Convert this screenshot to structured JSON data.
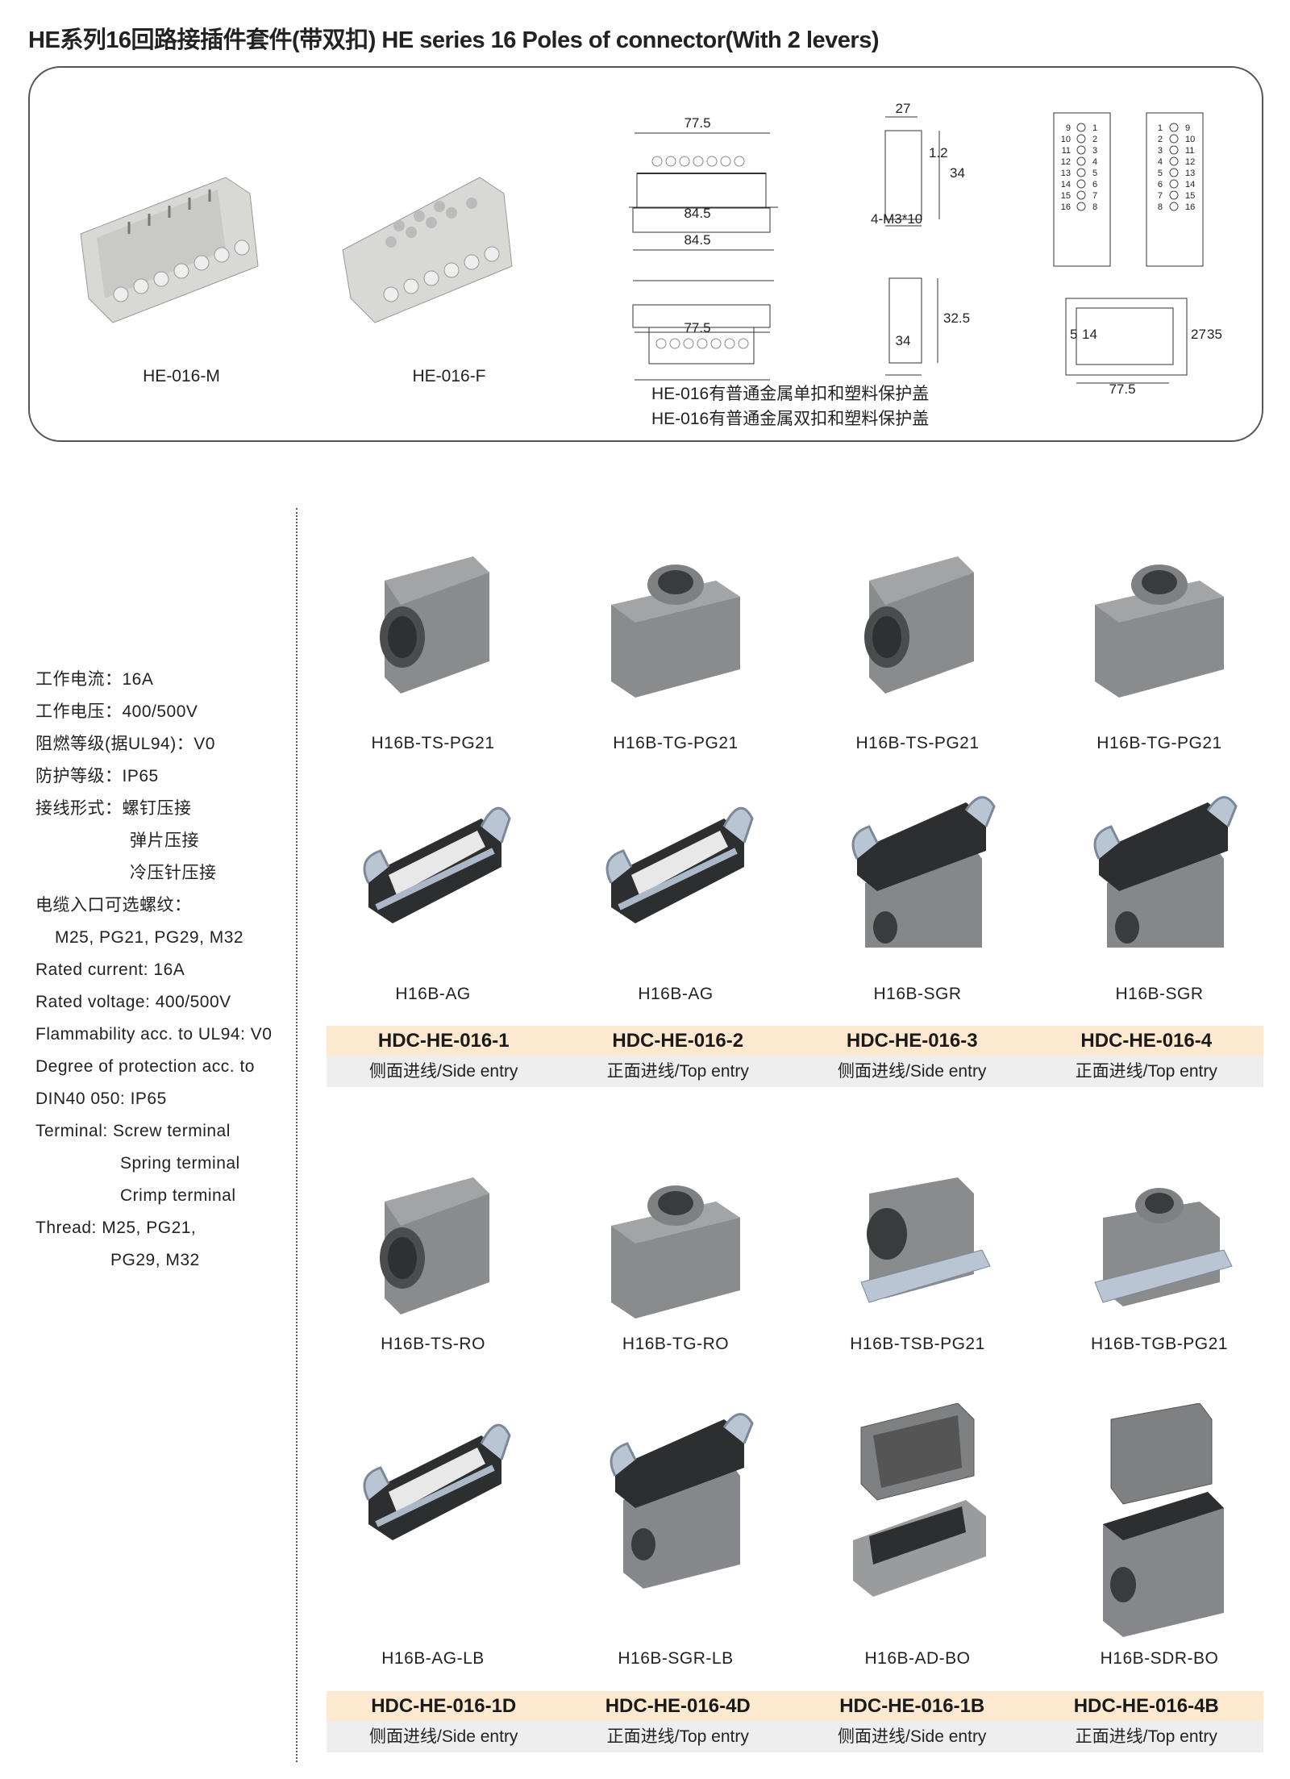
{
  "title": "HE系列16回路接插件套件(带双扣) HE series 16 Poles of connector(With 2 levers)",
  "inserts": [
    {
      "label": "HE-016-M"
    },
    {
      "label": "HE-016-F"
    }
  ],
  "dimensions": {
    "top_a": "77.5",
    "top_b": "84.5",
    "bot_a": "84.5",
    "bot_b": "77.5",
    "side_w": "27",
    "side_h": "34",
    "side_gap": "1.2",
    "screw": "4-M3*10",
    "side2_h": "32.5",
    "side2_w": "34",
    "cut_w": "77.5",
    "cut_h1": "27",
    "cut_h2": "35",
    "cut_s1": "5",
    "cut_s2": "14"
  },
  "pin_left": [
    "9",
    "10",
    "11",
    "12",
    "13",
    "14",
    "15",
    "16",
    "1",
    "2",
    "3",
    "4",
    "5",
    "6",
    "7",
    "8"
  ],
  "pin_right": [
    "1",
    "2",
    "3",
    "4",
    "5",
    "6",
    "7",
    "8",
    "9",
    "10",
    "11",
    "12",
    "13",
    "14",
    "15",
    "16"
  ],
  "notes": [
    "HE-016有普通金属单扣和塑料保护盖",
    "HE-016有普通金属双扣和塑料保护盖"
  ],
  "specs": [
    "工作电流：16A",
    "工作电压：400/500V",
    "阻燃等级(据UL94)：V0",
    "防护等级：IP65",
    "接线形式：螺钉压接",
    "弹片压接",
    "冷压针压接",
    "电缆入口可选螺纹：",
    "M25, PG21, PG29, M32",
    "Rated current: 16A",
    "Rated voltage: 400/500V",
    "Flammability acc. to UL94: V0",
    "Degree of protection acc. to",
    "DIN40 050: IP65",
    "Terminal: Screw terminal",
    "Spring terminal",
    "Crimp terminal",
    "Thread: M25, PG21,",
    "PG29, M32"
  ],
  "group1": {
    "hoods": [
      "H16B-TS-PG21",
      "H16B-TG-PG21",
      "H16B-TS-PG21",
      "H16B-TG-PG21"
    ],
    "bases": [
      "H16B-AG",
      "H16B-AG",
      "H16B-SGR",
      "H16B-SGR"
    ],
    "codes": [
      "HDC-HE-016-1",
      "HDC-HE-016-2",
      "HDC-HE-016-3",
      "HDC-HE-016-4"
    ],
    "entries": [
      "侧面进线/Side entry",
      "正面进线/Top entry",
      "侧面进线/Side entry",
      "正面进线/Top entry"
    ]
  },
  "group2": {
    "hoods": [
      "H16B-TS-RO",
      "H16B-TG-RO",
      "H16B-TSB-PG21",
      "H16B-TGB-PG21"
    ],
    "bases": [
      "H16B-AG-LB",
      "H16B-SGR-LB",
      "H16B-AD-BO",
      "H16B-SDR-BO"
    ],
    "codes": [
      "HDC-HE-016-1D",
      "HDC-HE-016-4D",
      "HDC-HE-016-1B",
      "HDC-HE-016-4B"
    ],
    "entries": [
      "侧面进线/Side entry",
      "正面进线/Top entry",
      "侧面进线/Side entry",
      "正面进线/Top entry"
    ]
  },
  "colors": {
    "band_top": "#fde9cf",
    "band_bottom": "#eeeeee",
    "housing": "#8a8b8d"
  }
}
